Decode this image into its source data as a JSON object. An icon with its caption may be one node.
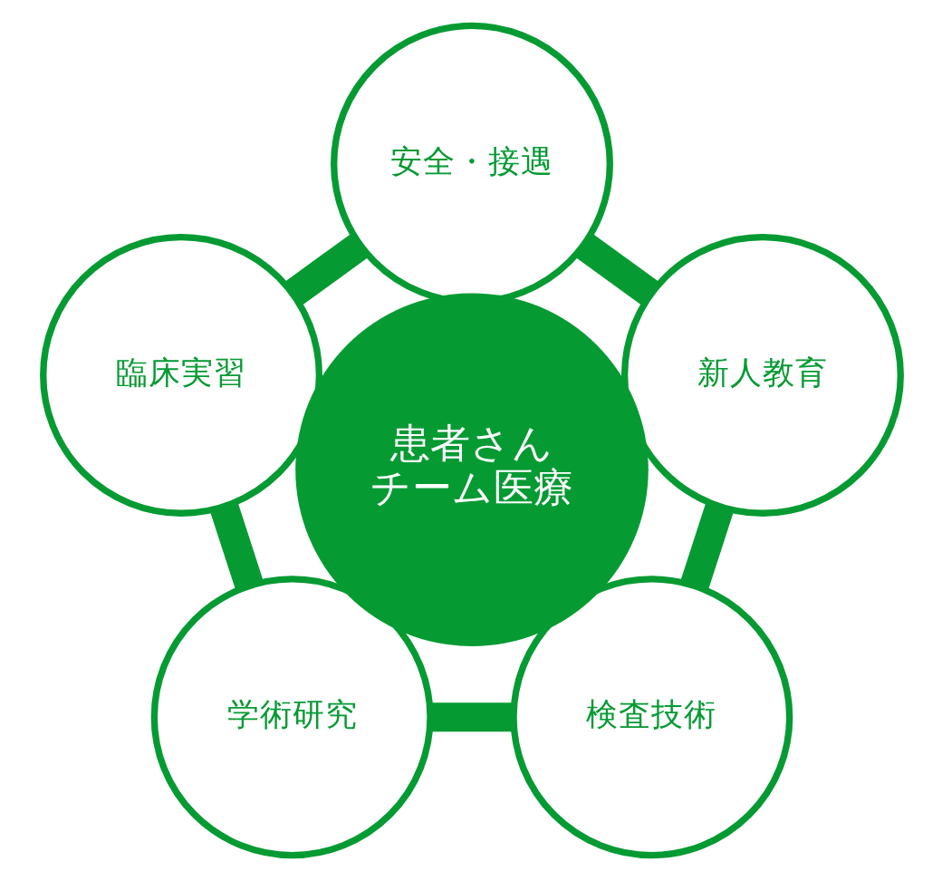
{
  "diagram": {
    "nodes": [
      {
        "text": [
          "患者さん",
          "チーム医療"
        ]
      },
      {
        "text": [
          "安全・接遇"
        ]
      },
      {
        "text": [
          "新人教育"
        ]
      },
      {
        "text": [
          "検査技術"
        ]
      },
      {
        "text": [
          "学術研究"
        ]
      },
      {
        "text": [
          "臨床実習"
        ]
      }
    ],
    "edges": [
      {
        "from": 1,
        "to": 2,
        "arrow": "none"
      },
      {
        "from": 2,
        "to": 3,
        "arrow": "none"
      },
      {
        "from": 3,
        "to": 4,
        "arrow": "none"
      },
      {
        "from": 4,
        "to": 5,
        "arrow": "none"
      },
      {
        "from": 5,
        "to": 1,
        "arrow": "none"
      }
    ]
  }
}
